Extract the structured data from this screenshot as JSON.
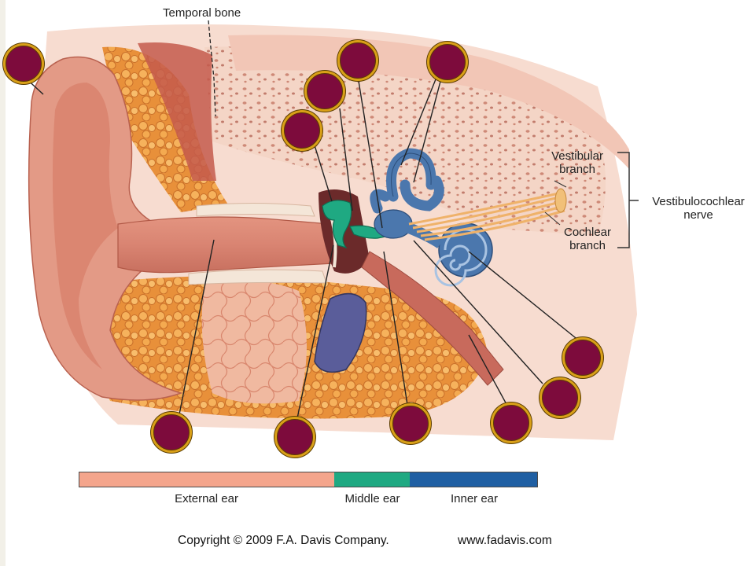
{
  "labels": {
    "temporal_bone": "Temporal bone",
    "vestibular_branch_line1": "Vestibular",
    "vestibular_branch_line2": "branch",
    "cochlear_branch_line1": "Cochlear",
    "cochlear_branch_line2": "branch",
    "vestibulocochlear_line1": "Vestibulocochlear",
    "vestibulocochlear_line2": "nerve"
  },
  "legend": [
    {
      "label": "External ear",
      "color": "#f4a58c",
      "fraction": 0.556
    },
    {
      "label": "Middle ear",
      "color": "#1fa982",
      "fraction": 0.166
    },
    {
      "label": "Inner ear",
      "color": "#1f5fa3",
      "fraction": 0.278
    }
  ],
  "footer": {
    "copyright": "Copyright © 2009 F.A. Davis Company.",
    "website": "www.fadavis.com"
  },
  "colors": {
    "marker_fill": "#7d0b3c",
    "marker_ring": "#d9a018",
    "tissue": "#e9a28e",
    "fat": "#f2a548",
    "ossicles": "#1fa982",
    "labyrinth": "#4b77ad",
    "nerve": "#f0b870"
  },
  "markers_count": 11
}
